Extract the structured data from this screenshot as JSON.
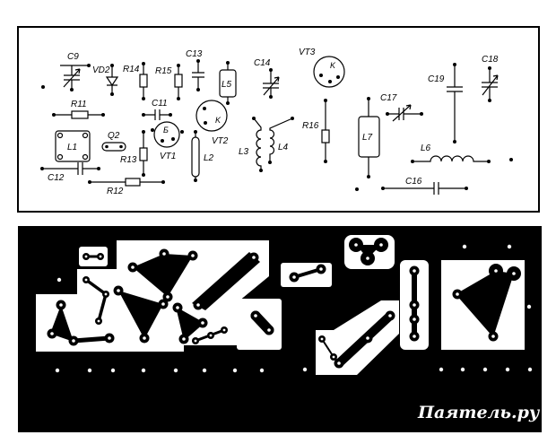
{
  "labels": {
    "c9": "C9",
    "vd2": "VD2",
    "r14": "R14",
    "r15": "R15",
    "c13": "C13",
    "l5": "L5",
    "c14": "C14",
    "vt3": "VT3",
    "c18": "C18",
    "r11": "R11",
    "c11": "C11",
    "vt2": "VT2",
    "c17": "C17",
    "c19": "C19",
    "l1": "L1",
    "q2": "Q2",
    "vt1": "VT1",
    "r13": "R13",
    "l2": "L2",
    "l3": "L3",
    "l4": "L4",
    "r16": "R16",
    "l7": "L7",
    "l6": "L6",
    "c12": "C12",
    "r12": "R12",
    "c16": "C16"
  },
  "pin_labels": {
    "vt3_k": "K",
    "vt2_k": "K",
    "vt1_b": "Б"
  },
  "watermark": "Паятель.ру",
  "colors": {
    "ink": "#000000",
    "paper": "#ffffff"
  }
}
